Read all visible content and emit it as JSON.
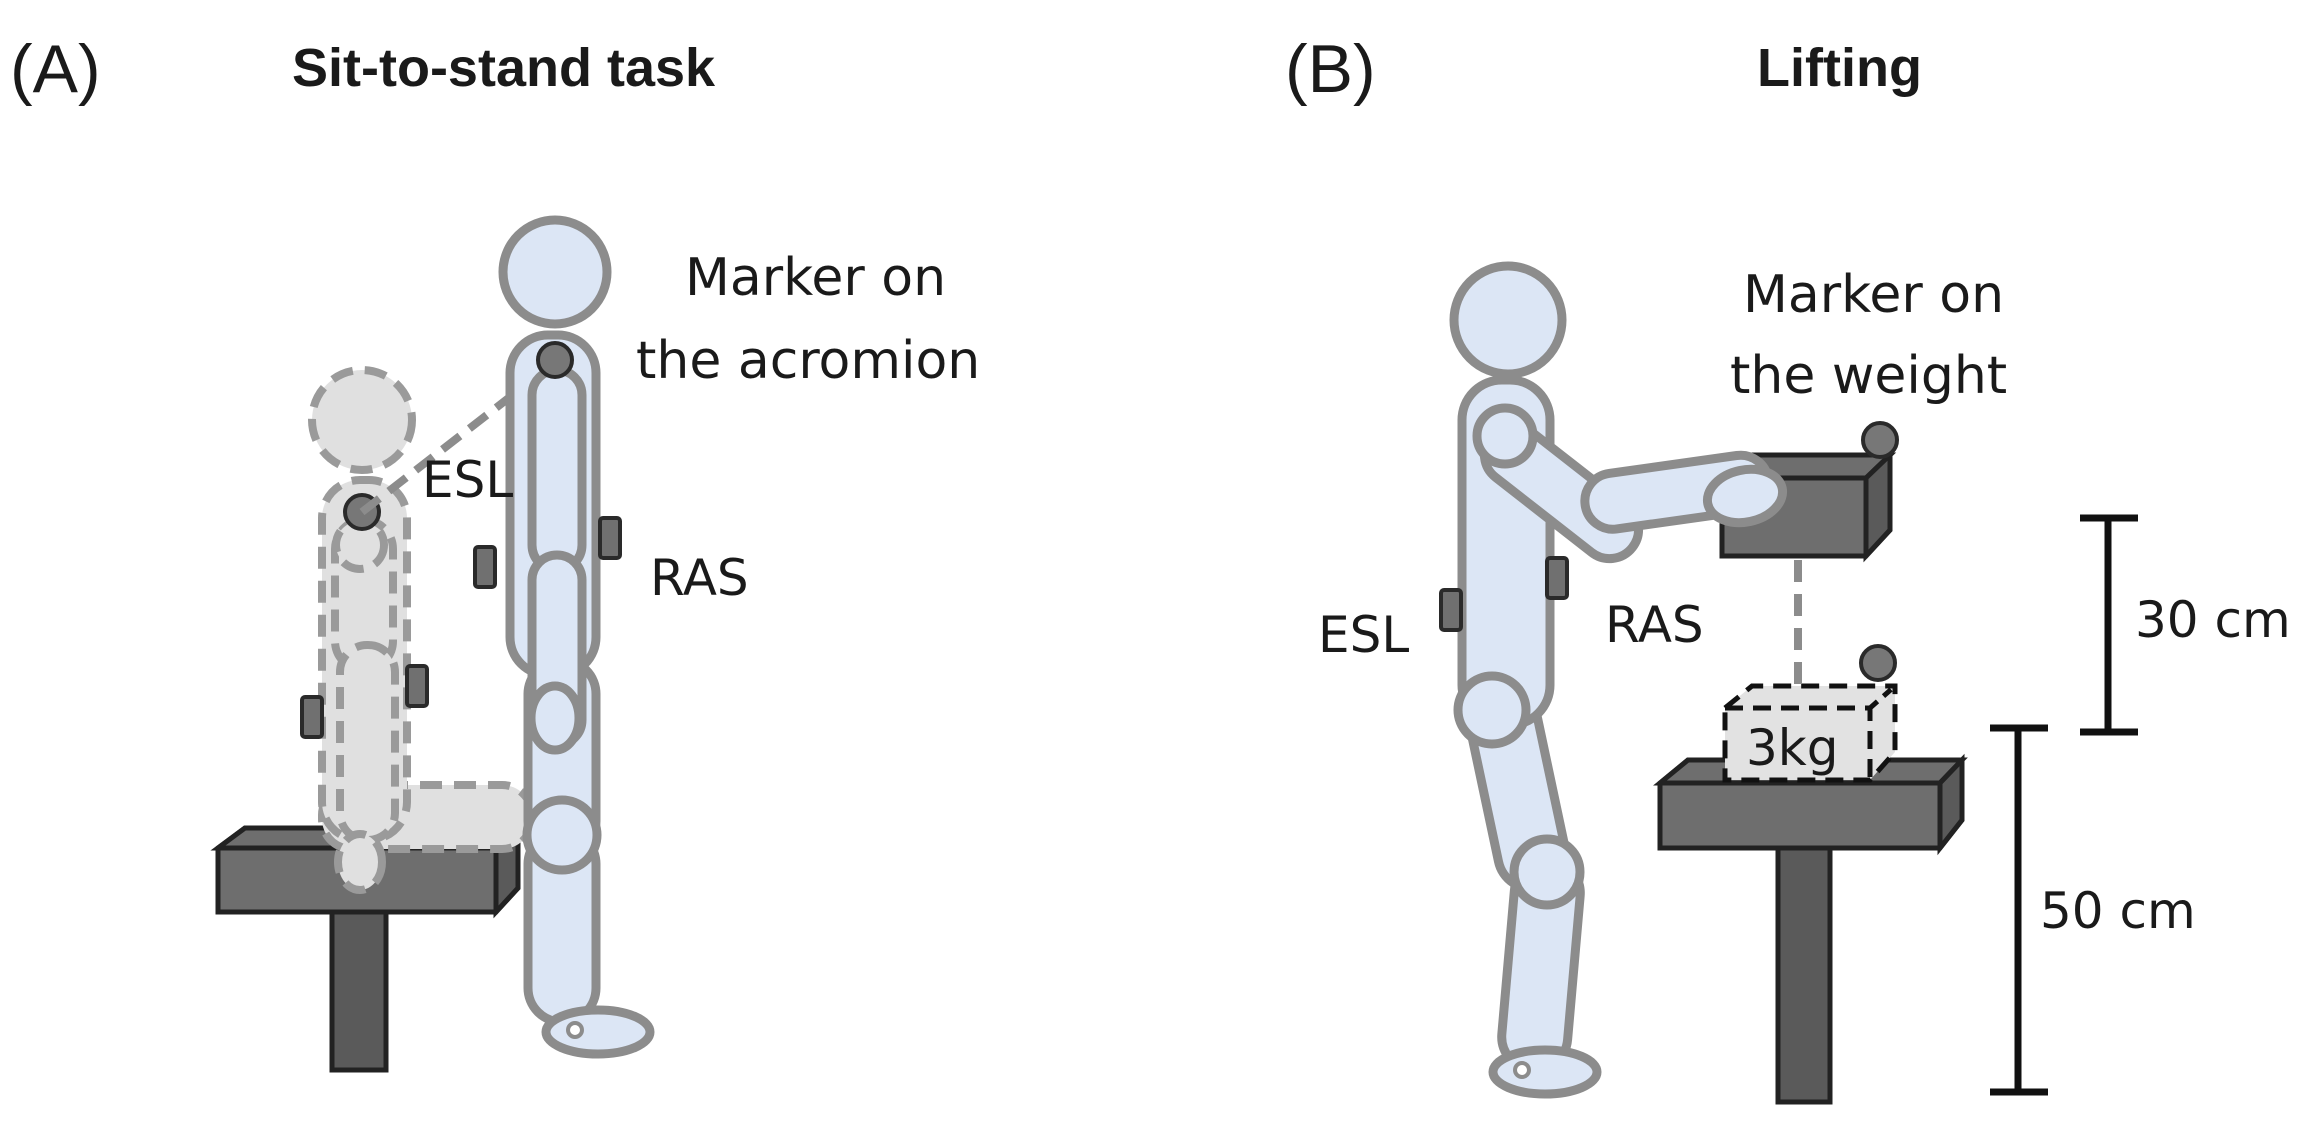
{
  "panel_a": {
    "letter": "(A)",
    "title": "Sit-to-stand task",
    "marker_label_line1": "Marker on",
    "marker_label_line2": "the  acromion",
    "esl_label": "ESL",
    "ras_label": "RAS"
  },
  "panel_b": {
    "letter": "(B)",
    "title": "Lifting",
    "marker_label_line1": "Marker on",
    "marker_label_line2": "the  weight",
    "esl_label": "ESL",
    "ras_label": "RAS",
    "weight_label": "3kg",
    "height_upper_label": "30 cm",
    "height_lower_label": "50 cm"
  },
  "colors": {
    "body_fill": "#dce6f5",
    "outline": "#8c8c8c",
    "ghost_fill": "#e0e0e0",
    "furniture": "#6e6e6e"
  }
}
